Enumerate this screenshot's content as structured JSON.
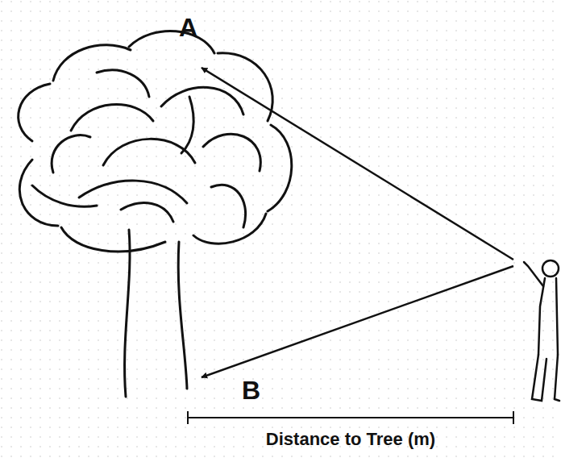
{
  "diagram": {
    "labels": [
      "A",
      "B",
      "Distance to Tree (m)"
    ]
  }
}
